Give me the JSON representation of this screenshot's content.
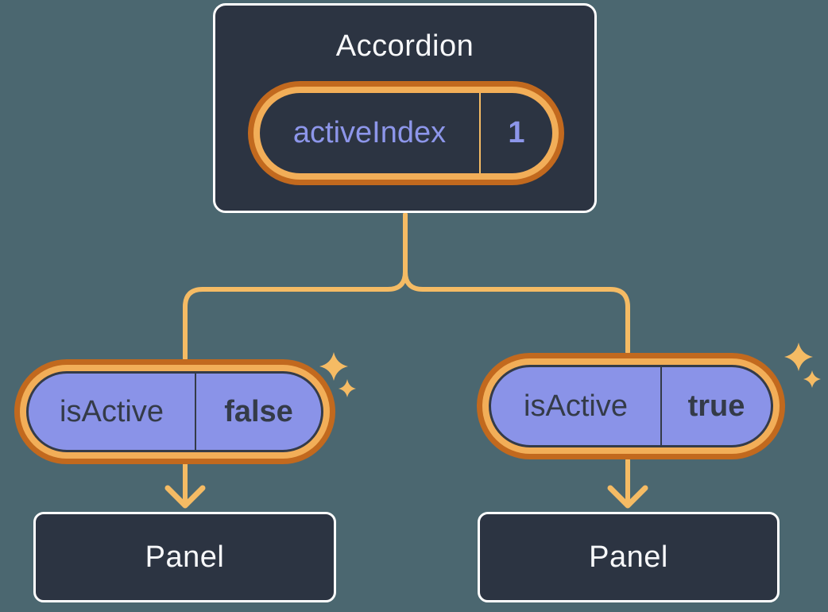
{
  "theme": {
    "colors": {
      "bg": "#4B6770",
      "card": "#2C3442",
      "card-border": "#FFFFFF",
      "purple": "#8A93E8",
      "ink": "#343B48",
      "orange-dark": "#C2691E",
      "orange-light": "#F2AE58",
      "wire": "#F5BB64",
      "periwinkle": "#8D96EA",
      "text-light": "#F7F8FA"
    }
  },
  "diagram": {
    "root": {
      "title": "Accordion",
      "state": {
        "name": "activeIndex",
        "value": "1"
      }
    },
    "children": [
      {
        "prop": {
          "name": "isActive",
          "value": "false"
        },
        "panel_label": "Panel"
      },
      {
        "prop": {
          "name": "isActive",
          "value": "true"
        },
        "panel_label": "Panel"
      }
    ]
  }
}
